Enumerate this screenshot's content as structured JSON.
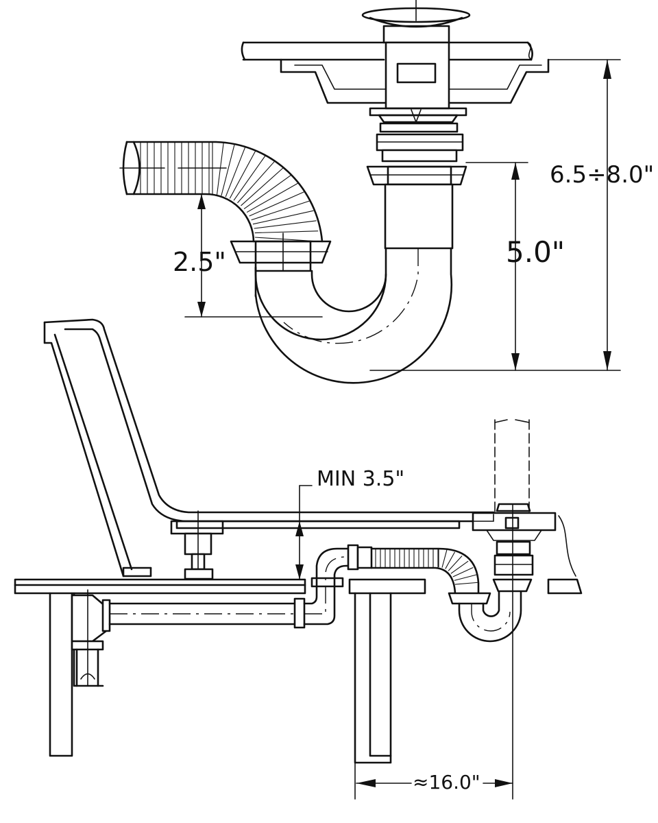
{
  "dimensions": {
    "overall_height": "6.5÷8.0\"",
    "trap_height": "5.0\"",
    "outlet_drop": "2.5\"",
    "min_clearance": "MIN 3.5\"",
    "horizontal_run": "≈16.0\""
  }
}
